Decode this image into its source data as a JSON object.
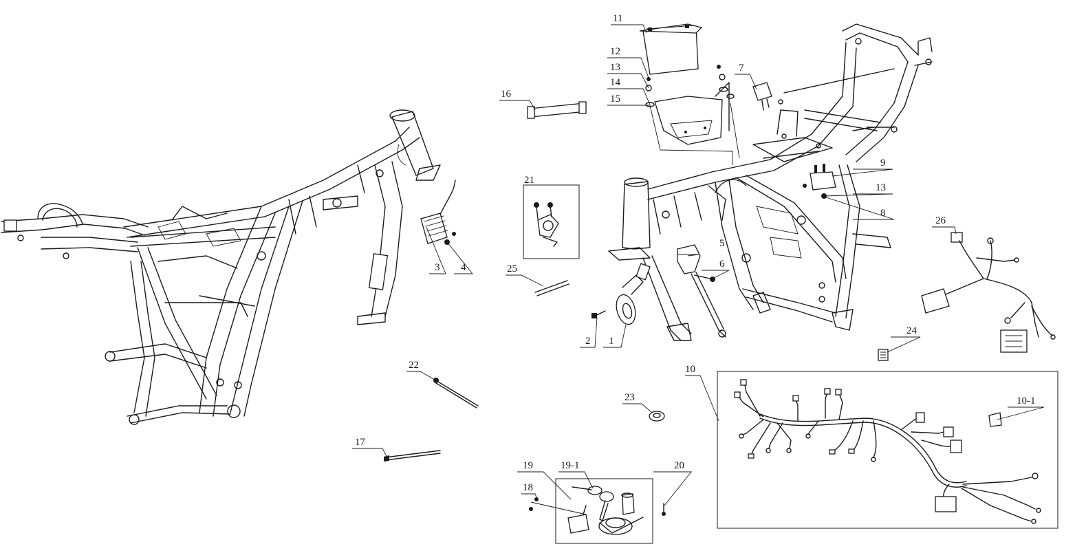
{
  "callouts": [
    {
      "id": "c1",
      "text": "1"
    },
    {
      "id": "c2",
      "text": "2"
    },
    {
      "id": "c3",
      "text": "3"
    },
    {
      "id": "c4",
      "text": "4"
    },
    {
      "id": "c5",
      "text": "5"
    },
    {
      "id": "c6",
      "text": "6"
    },
    {
      "id": "c7",
      "text": "7"
    },
    {
      "id": "c8",
      "text": "8"
    },
    {
      "id": "c9",
      "text": "9"
    },
    {
      "id": "c10",
      "text": "10"
    },
    {
      "id": "c10_1",
      "text": "10-1"
    },
    {
      "id": "c11",
      "text": "11"
    },
    {
      "id": "c12",
      "text": "12"
    },
    {
      "id": "c13a",
      "text": "13"
    },
    {
      "id": "c13b",
      "text": "13"
    },
    {
      "id": "c14",
      "text": "14"
    },
    {
      "id": "c15",
      "text": "15"
    },
    {
      "id": "c16",
      "text": "16"
    },
    {
      "id": "c17",
      "text": "17"
    },
    {
      "id": "c18",
      "text": "18"
    },
    {
      "id": "c19",
      "text": "19"
    },
    {
      "id": "c19_1",
      "text": "19-1"
    },
    {
      "id": "c20",
      "text": "20"
    },
    {
      "id": "c21",
      "text": "21"
    },
    {
      "id": "c22",
      "text": "22"
    },
    {
      "id": "c23",
      "text": "23"
    },
    {
      "id": "c24",
      "text": "24"
    },
    {
      "id": "c25",
      "text": "25"
    },
    {
      "id": "c26",
      "text": "26"
    }
  ]
}
